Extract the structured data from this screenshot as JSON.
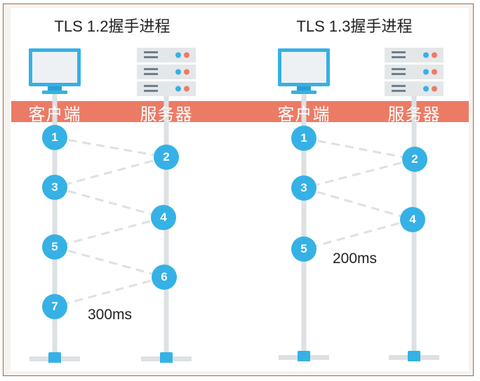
{
  "diagrams": [
    {
      "id": "tls12",
      "title": "TLS 1.2握手进程",
      "client_label": "客户端",
      "server_label": "服务器",
      "steps": [
        {
          "n": "1",
          "side": "client"
        },
        {
          "n": "2",
          "side": "server"
        },
        {
          "n": "3",
          "side": "client"
        },
        {
          "n": "4",
          "side": "server"
        },
        {
          "n": "5",
          "side": "client"
        },
        {
          "n": "6",
          "side": "server"
        },
        {
          "n": "7",
          "side": "client"
        }
      ],
      "latency": "300ms"
    },
    {
      "id": "tls13",
      "title": "TLS 1.3握手进程",
      "client_label": "客户端",
      "server_label": "服务器",
      "steps": [
        {
          "n": "1",
          "side": "client"
        },
        {
          "n": "2",
          "side": "server"
        },
        {
          "n": "3",
          "side": "client"
        },
        {
          "n": "4",
          "side": "server"
        },
        {
          "n": "5",
          "side": "client"
        }
      ],
      "latency": "200ms"
    }
  ],
  "icons": {
    "client": "desktop-monitor-icon",
    "server": "server-rack-icon"
  },
  "colors": {
    "node": "#35b1e5",
    "band": "#ec7b66",
    "pole": "#dde1e3",
    "link": "#dde1e3",
    "frame_border": "#9b6a4c",
    "server_led_blue": "#35b1e5",
    "server_led_red": "#ec7b66"
  }
}
